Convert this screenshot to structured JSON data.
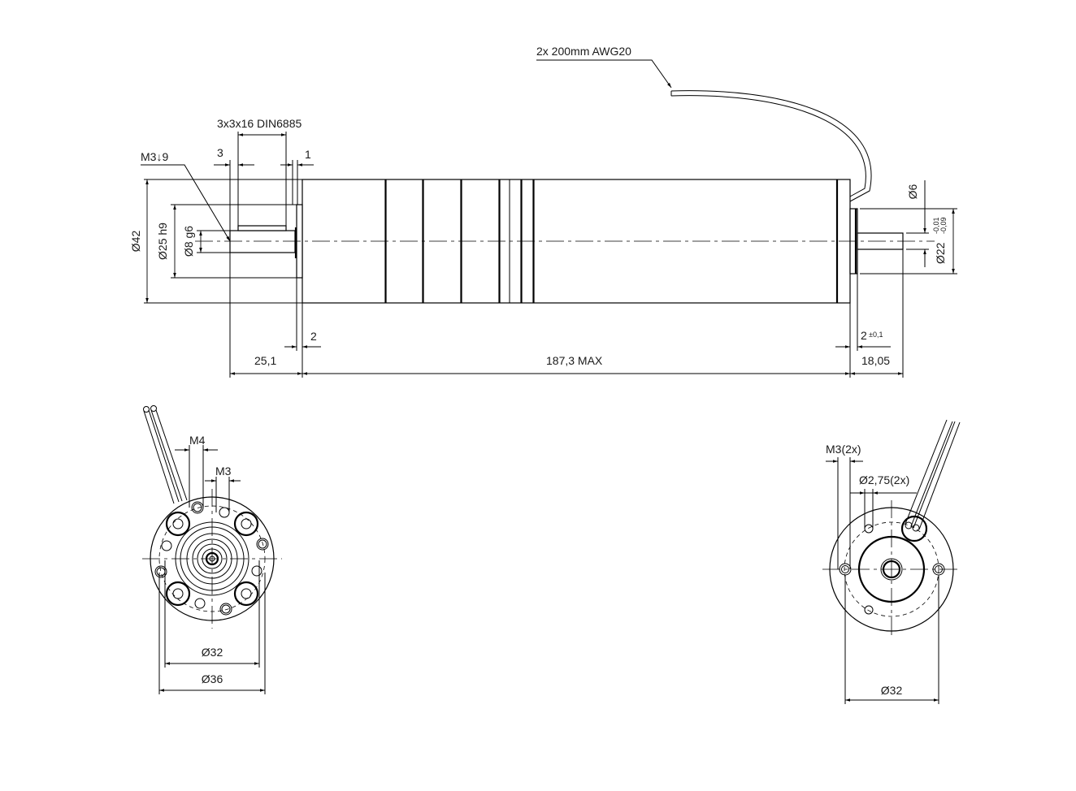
{
  "side_view": {
    "cable_label": "2x 200mm AWG20",
    "key_label": "3x3x16 DIN6885",
    "thread_label": "M3↓9",
    "dim_3": "3",
    "dim_1": "1",
    "dim_2_front": "2",
    "dim_25_1": "25,1",
    "dim_187_3": "187,3 MAX",
    "dim_18_05": "18,05",
    "dim_2_rear": "2",
    "dim_2_rear_tol": "±0,1",
    "dia_42": "Ø42",
    "dia_25": "Ø25 h9",
    "dia_8": "Ø8 g6",
    "dia_6": "Ø6",
    "dia_22": "Ø22",
    "dia_22_tol_upper": "-0,01",
    "dia_22_tol_lower": "-0,09"
  },
  "front_view": {
    "m4": "M4",
    "m3": "M3",
    "dia_32": "Ø32",
    "dia_36": "Ø36"
  },
  "rear_view": {
    "m3": "M3(2x)",
    "dia_275": "Ø2,75(2x)",
    "dia_32": "Ø32"
  }
}
